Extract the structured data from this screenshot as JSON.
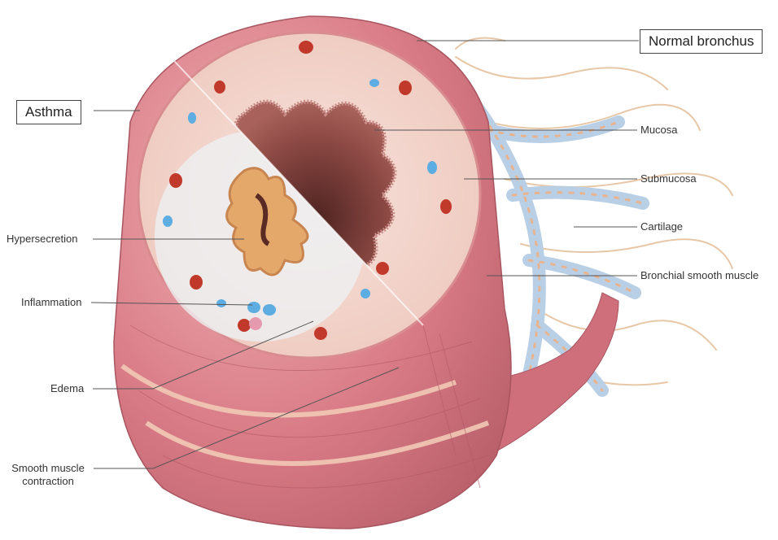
{
  "labels": {
    "normal": "Normal bronchus",
    "asthma": "Asthma",
    "mucosa": "Mucosa",
    "submucosa": "Submucosa",
    "cartilage": "Cartilage",
    "smooth_muscle": "Bronchial smooth muscle",
    "hypersecretion": "Hypersecretion",
    "inflammation": "Inflammation",
    "edema": "Edema",
    "contraction_line1": "Smooth muscle",
    "contraction_line2": "contraction"
  },
  "colors": {
    "tissue_pink": "#d97b86",
    "tissue_light": "#f2d2c8",
    "mucosa_dark": "#8e4a45",
    "cartilage_blue": "#b9cfe6",
    "nerve_tan": "#e8c7a7",
    "mucus_orange": "#e3a86a",
    "edema_white": "#eef0f2",
    "leader_line": "#555555"
  }
}
